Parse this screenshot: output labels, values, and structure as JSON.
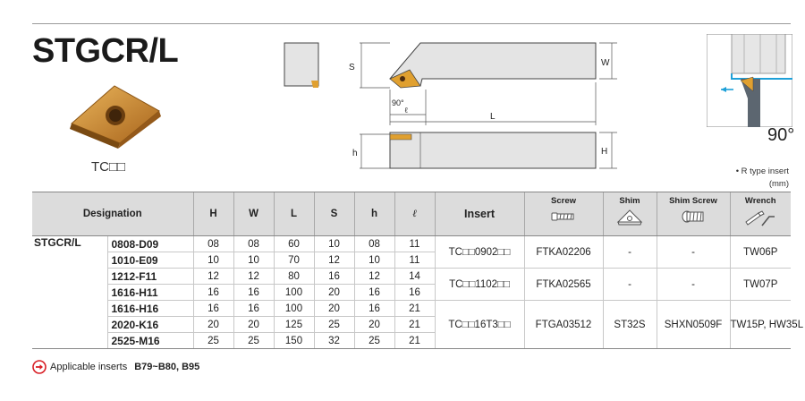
{
  "title": "STGCR/L",
  "insert_shape_label": "TC□□",
  "notes": {
    "r_type": "• R type insert",
    "unit": "(mm)"
  },
  "angle_label": "90°",
  "dims": {
    "S": "S",
    "W": "W",
    "L": "L",
    "h": "h",
    "H": "H",
    "ell": "ℓ",
    "angle": "90°"
  },
  "table": {
    "headers": {
      "designation": "Designation",
      "H": "H",
      "W": "W",
      "L": "L",
      "S": "S",
      "h": "h",
      "ell": "ℓ",
      "insert": "Insert"
    },
    "accessories": {
      "screw": "Screw",
      "shim": "Shim",
      "shim_screw": "Shim Screw",
      "wrench": "Wrench"
    },
    "group": "STGCR/L",
    "rows": [
      {
        "code": "0808-D09",
        "H": "08",
        "W": "08",
        "L": "60",
        "S": "10",
        "h": "08",
        "ell": "11"
      },
      {
        "code": "1010-E09",
        "H": "10",
        "W": "10",
        "L": "70",
        "S": "12",
        "h": "10",
        "ell": "11"
      },
      {
        "code": "1212-F11",
        "H": "12",
        "W": "12",
        "L": "80",
        "S": "16",
        "h": "12",
        "ell": "14"
      },
      {
        "code": "1616-H11",
        "H": "16",
        "W": "16",
        "L": "100",
        "S": "20",
        "h": "16",
        "ell": "16"
      },
      {
        "code": "1616-H16",
        "H": "16",
        "W": "16",
        "L": "100",
        "S": "20",
        "h": "16",
        "ell": "21"
      },
      {
        "code": "2020-K16",
        "H": "20",
        "W": "20",
        "L": "125",
        "S": "25",
        "h": "20",
        "ell": "21"
      },
      {
        "code": "2525-M16",
        "H": "25",
        "W": "25",
        "L": "150",
        "S": "32",
        "S2": "",
        "h": "25",
        "ell": "21"
      }
    ],
    "groups": [
      {
        "insert": "TC□□0902□□",
        "screw": "FTKA02206",
        "shim": "-",
        "shim_screw": "-",
        "wrench": "TW06P"
      },
      {
        "insert": "TC□□1102□□",
        "screw": "FTKA02565",
        "shim": "-",
        "shim_screw": "-",
        "wrench": "TW07P"
      },
      {
        "insert": "TC□□16T3□□",
        "screw": "FTGA03512",
        "shim": "ST32S",
        "shim_screw": "SHXN0509F",
        "wrench": "TW15P, HW35L"
      }
    ]
  },
  "footer": {
    "text": "Applicable inserts",
    "refs": "B79~B80, B95"
  },
  "colors": {
    "insert_gold": "#c8892e",
    "body_gray": "#e4e4e4",
    "header_bg": "#dcdcdc",
    "accent_blue": "#1ea0d8",
    "arrow_red": "#d81f26"
  }
}
